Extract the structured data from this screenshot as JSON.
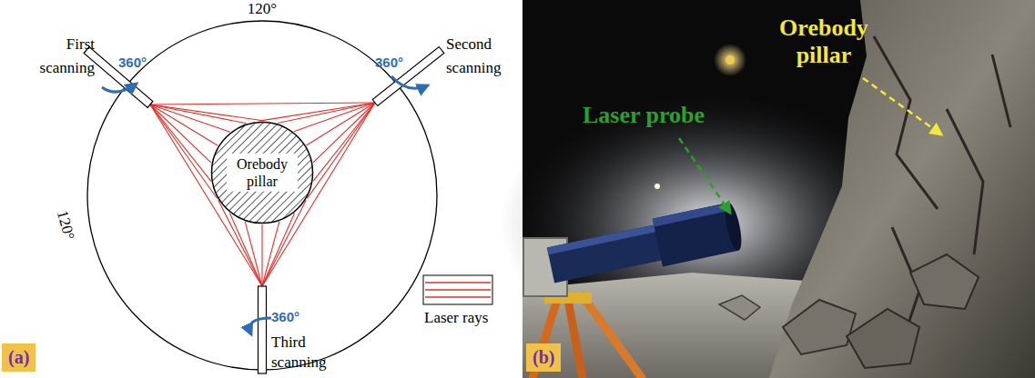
{
  "diagram": {
    "nodes": [
      {
        "text": [
          "Orebody pillar"
        ]
      }
    ],
    "labels": [
      "120°",
      "120°",
      "First scanning",
      "360°",
      "Second scanning",
      "360°",
      "360°",
      "Third scanning",
      "(a)",
      "Laser probe",
      "Orebody pillar",
      "(b)"
    ],
    "legend": [
      {
        "text": "Laser rays"
      }
    ]
  }
}
